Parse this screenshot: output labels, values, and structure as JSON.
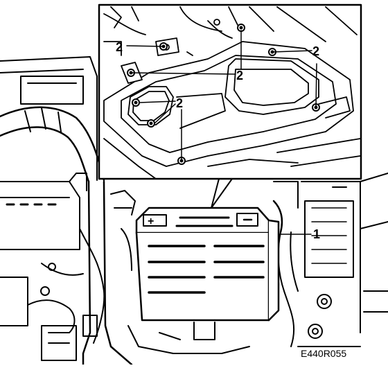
{
  "diagram": {
    "figure_code": "E440R055",
    "callouts": {
      "battery": "1",
      "fasteners": "2"
    }
  },
  "colors": {
    "ink": "#000000",
    "paper": "#ffffff"
  }
}
